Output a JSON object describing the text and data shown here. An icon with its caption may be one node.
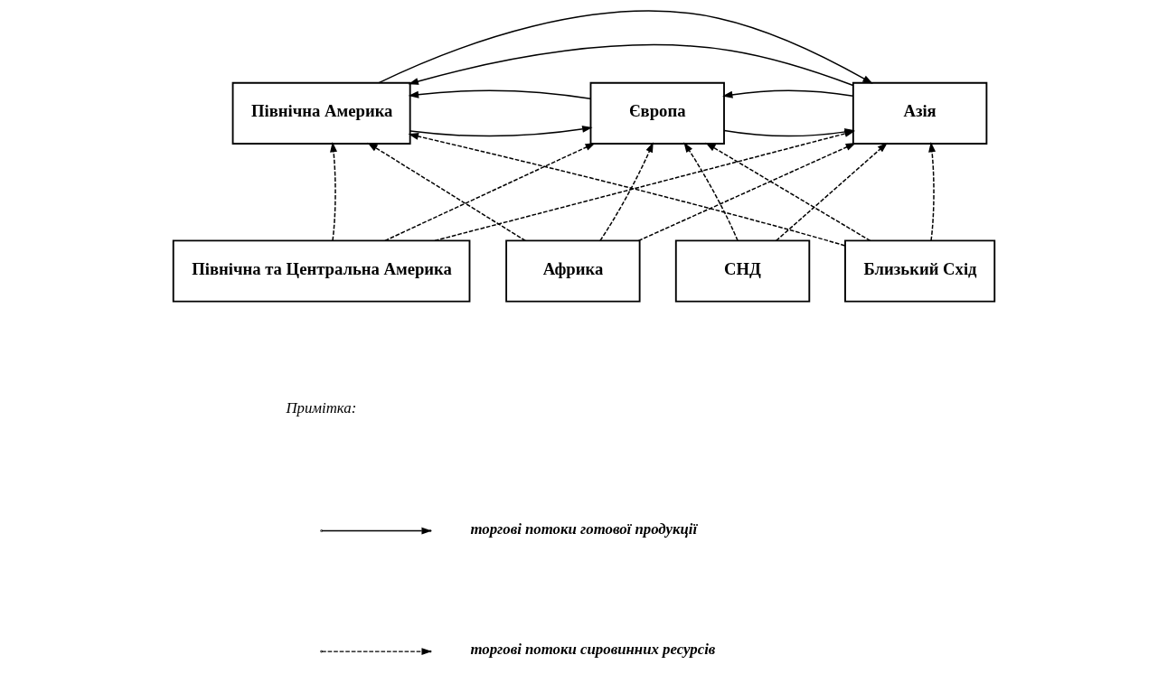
{
  "diagram": {
    "nodes": [
      {
        "text": [
          "Північна Америка"
        ]
      },
      {
        "text": [
          "Європа"
        ]
      },
      {
        "text": [
          "Азія"
        ]
      },
      {
        "text": [
          "Північна та Центральна Америка"
        ]
      },
      {
        "text": [
          "Африка"
        ]
      },
      {
        "text": [
          "СНД"
        ]
      },
      {
        "text": [
          "Близький Схід"
        ]
      }
    ],
    "edges": [
      {
        "from": 2,
        "to": 0,
        "arrow": "to"
      },
      {
        "from": 0,
        "to": 2,
        "arrow": "to"
      },
      {
        "from": 0,
        "to": 1,
        "arrow": "to"
      },
      {
        "from": 1,
        "to": 0,
        "arrow": "to"
      },
      {
        "from": 1,
        "to": 2,
        "arrow": "to"
      },
      {
        "from": 2,
        "to": 1,
        "arrow": "to"
      },
      {
        "from": 3,
        "to": 0,
        "arrow": "to",
        "style": "dashed"
      },
      {
        "from": 3,
        "to": 1,
        "arrow": "to",
        "style": "dashed"
      },
      {
        "from": 3,
        "to": 2,
        "arrow": "to",
        "style": "dashed"
      },
      {
        "from": 4,
        "to": 0,
        "arrow": "to",
        "style": "dashed"
      },
      {
        "from": 4,
        "to": 1,
        "arrow": "to",
        "style": "dashed"
      },
      {
        "from": 4,
        "to": 2,
        "arrow": "to",
        "style": "dashed"
      },
      {
        "from": 5,
        "to": 1,
        "arrow": "to",
        "style": "dashed"
      },
      {
        "from": 5,
        "to": 2,
        "arrow": "to",
        "style": "dashed"
      },
      {
        "from": 6,
        "to": 0,
        "arrow": "to",
        "style": "dashed"
      },
      {
        "from": 6,
        "to": 1,
        "arrow": "to",
        "style": "dashed"
      },
      {
        "from": 6,
        "to": 2,
        "arrow": "to",
        "style": "dashed"
      }
    ],
    "labels": [
      "Примітка:"
    ],
    "legend": [
      {
        "text": "торгові потоки готової продукції"
      },
      {
        "text": "торгові потоки сировинних ресурсів"
      }
    ]
  }
}
